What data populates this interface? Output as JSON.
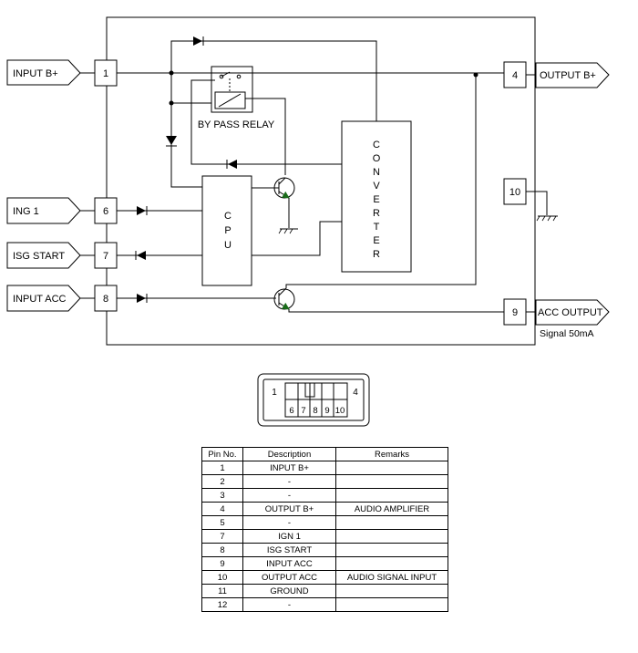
{
  "inputs": {
    "input_b": "INPUT B+",
    "ing1": "ING 1",
    "isg_start": "ISG START",
    "input_acc": "INPUT ACC"
  },
  "outputs": {
    "output_b": "OUTPUT B+",
    "acc_output": "ACC OUTPUT",
    "acc_output_note": "Signal 50mA"
  },
  "pins": {
    "p1": "1",
    "p4": "4",
    "p6": "6",
    "p7": "7",
    "p8": "8",
    "p9": "9",
    "p10": "10"
  },
  "blocks": {
    "bypass_relay": "BY PASS RELAY",
    "cpu_letters": [
      "C",
      "P",
      "U"
    ],
    "converter_letters": [
      "C",
      "O",
      "N",
      "V",
      "E",
      "R",
      "T",
      "E",
      "R"
    ]
  },
  "connector": {
    "pin_1": "1",
    "pin_4": "4",
    "bottom_pins": [
      "6",
      "7",
      "8",
      "9",
      "10"
    ]
  },
  "pin_table": {
    "headers": [
      "Pin No.",
      "Description",
      "Remarks"
    ],
    "rows": [
      [
        "1",
        "INPUT B+",
        ""
      ],
      [
        "2",
        "-",
        ""
      ],
      [
        "3",
        "-",
        ""
      ],
      [
        "4",
        "OUTPUT B+",
        "AUDIO AMPLIFIER"
      ],
      [
        "5",
        "-",
        ""
      ],
      [
        "7",
        "IGN 1",
        ""
      ],
      [
        "8",
        "ISG START",
        ""
      ],
      [
        "9",
        "INPUT ACC",
        ""
      ],
      [
        "10",
        "OUTPUT ACC",
        "AUDIO SIGNAL INPUT"
      ],
      [
        "11",
        "GROUND",
        ""
      ],
      [
        "12",
        "-",
        ""
      ]
    ]
  }
}
